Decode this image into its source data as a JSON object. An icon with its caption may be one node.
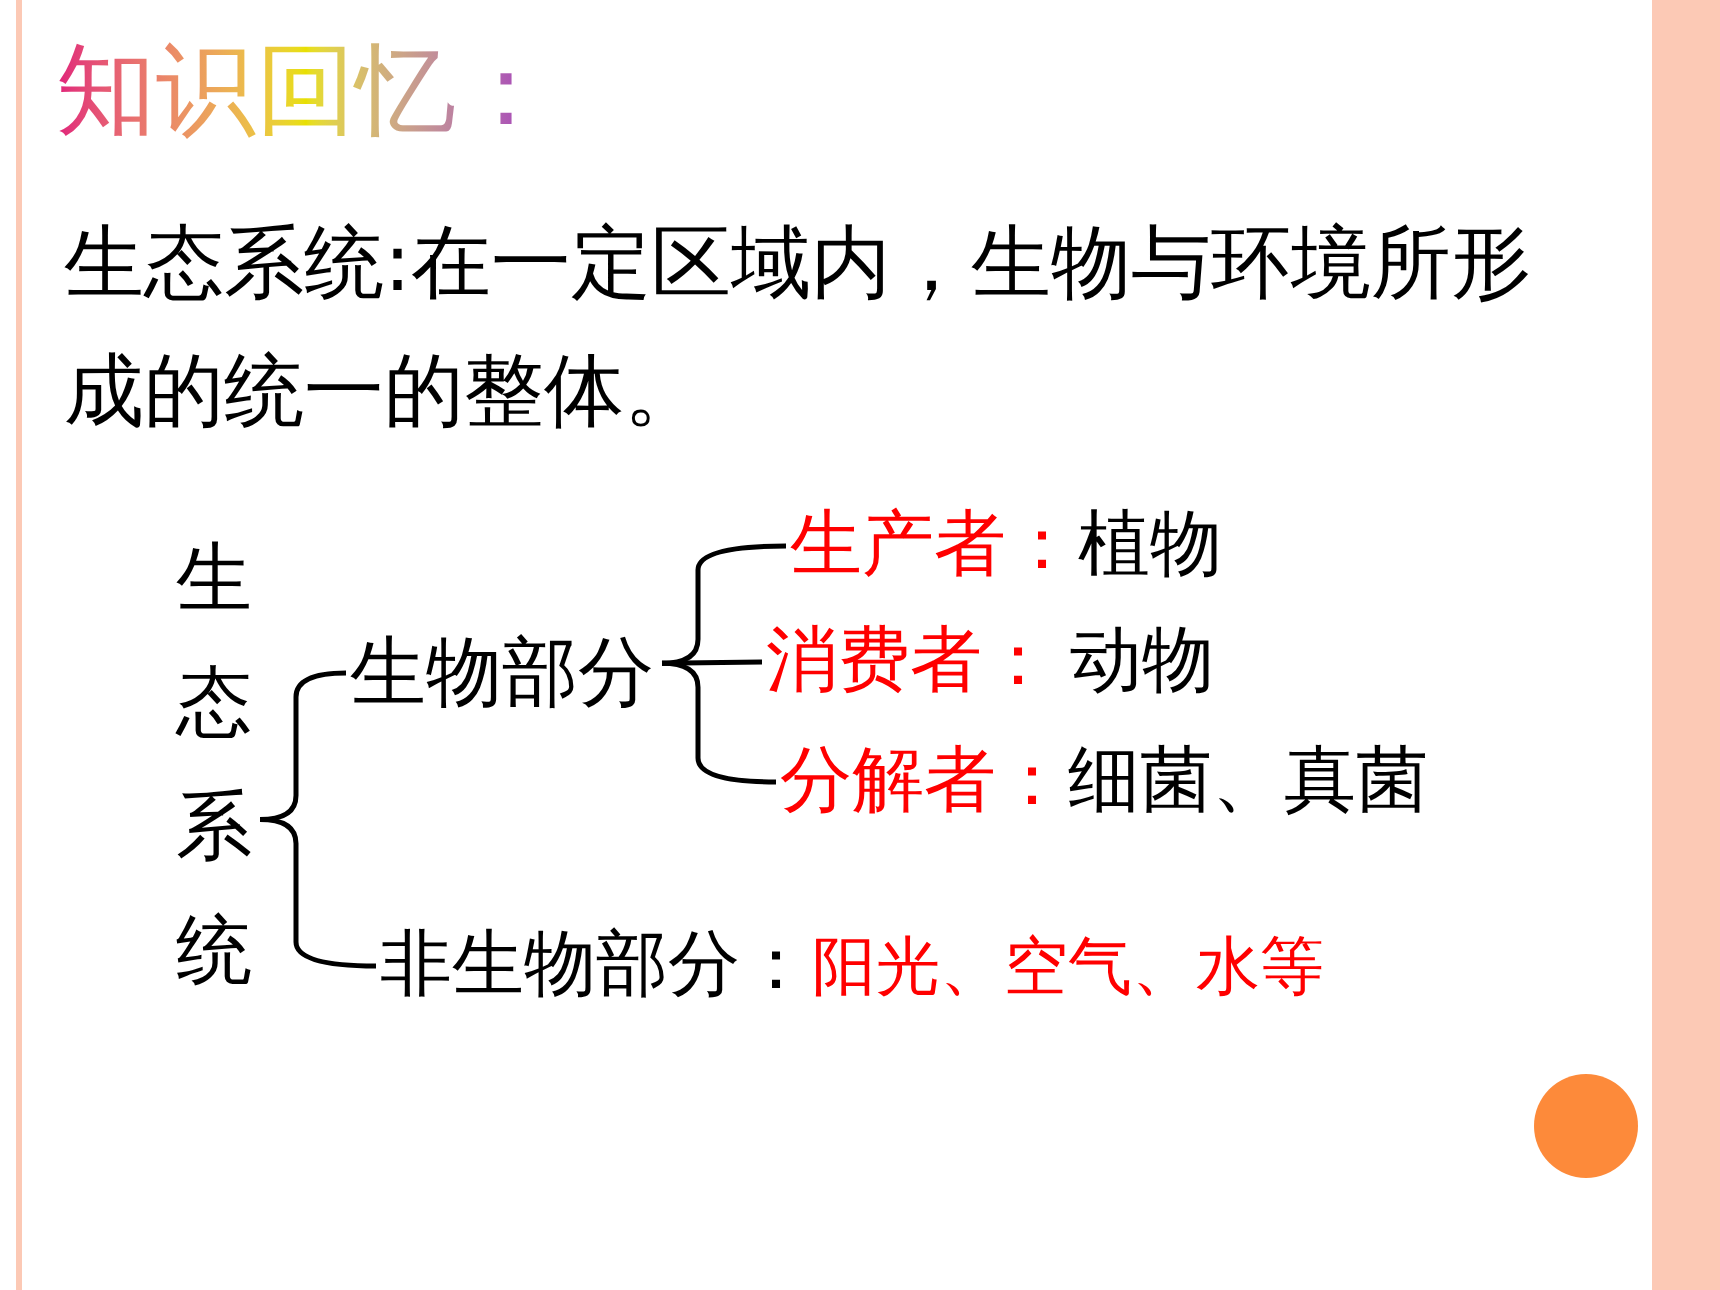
{
  "diagram": {
    "title": "知识回忆：",
    "nodes": [
      {
        "text": [
          "生态系统"
        ]
      },
      {
        "text": [
          "生物部分"
        ]
      },
      {
        "text": [
          "非生物部分：",
          "阳光、空气、水等"
        ]
      },
      {
        "text": [
          "生产者：",
          "植物"
        ]
      },
      {
        "text": [
          "消费者：",
          "动物"
        ]
      },
      {
        "text": [
          "分解者：",
          "细菌、真菌"
        ]
      }
    ],
    "edges": [
      {
        "from": 0,
        "to": 1,
        "arrow": "none"
      },
      {
        "from": 0,
        "to": 2,
        "arrow": "none"
      },
      {
        "from": 1,
        "to": 3,
        "arrow": "none"
      },
      {
        "from": 1,
        "to": 4,
        "arrow": "none"
      },
      {
        "from": 1,
        "to": 5,
        "arrow": "none"
      }
    ],
    "labels": [
      "生态系统:在一定区域内，生物与环境所形成的统一的整体。"
    ]
  }
}
